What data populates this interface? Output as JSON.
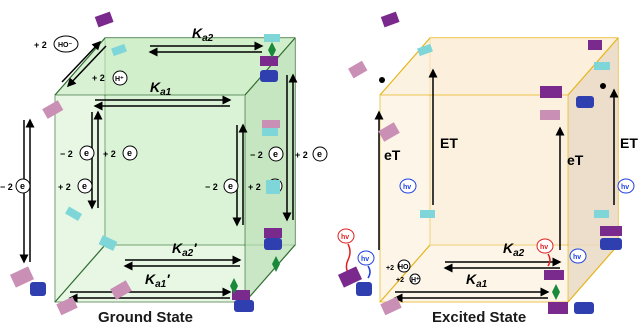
{
  "left_panel": {
    "title": "Ground State",
    "labels": {
      "ka2": "K",
      "ka2_sub": "a2",
      "ka1": "K",
      "ka1_sub": "a1",
      "ka2p": "K",
      "ka2p_sub": "a2",
      "ka2p_prime": "′",
      "ka1p": "K",
      "ka1p_sub": "a1",
      "ka1p_prime": "′"
    },
    "reagents": {
      "ho": "HO⁻",
      "h": "H⁺",
      "plus2": "+ 2",
      "minus2": "− 2",
      "e": "e"
    }
  },
  "right_panel": {
    "title": "Excited State",
    "labels": {
      "et_upper": "eT",
      "ET_upper": "ET",
      "et_right": "eT",
      "ET_right": "ET",
      "ka2": "K",
      "ka2_sub": "a2",
      "ka1": "K",
      "ka1_sub": "a1"
    },
    "reagents": {
      "hv": "hv",
      "ho": "HO",
      "h": "H⁺",
      "plus2": "+2"
    }
  },
  "colors": {
    "left_face": "#d4f2cf",
    "right_face": "#fbefd9",
    "left_edge": "#2d6a2d",
    "right_edge": "#e6b418",
    "purple": "#7a2a8c",
    "pink": "#c98fb4",
    "teal": "#7fd6d8",
    "blue": "#2f3fb0",
    "green": "#1a8a3a",
    "hv_red": "#e02020",
    "hv_blue": "#2040e0"
  }
}
